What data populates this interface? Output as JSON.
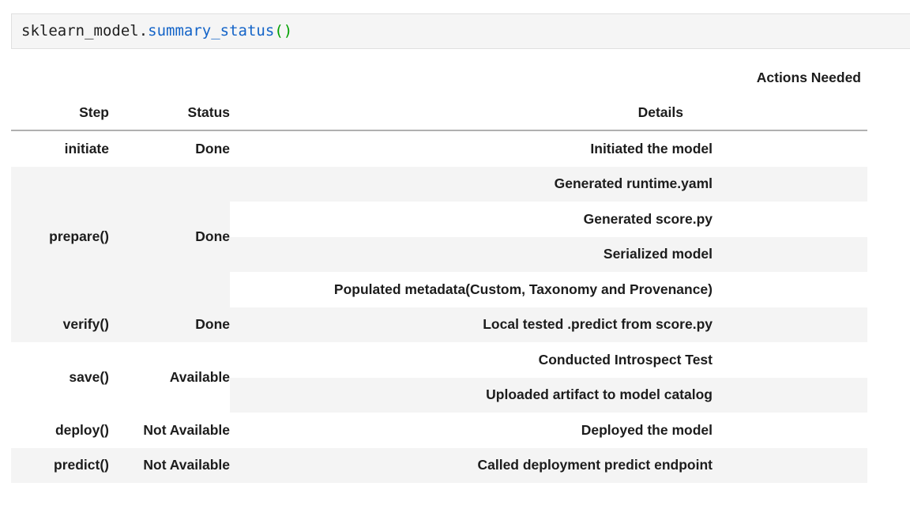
{
  "code_cell": {
    "object_name": "sklearn_model.",
    "method_name": "summary_status",
    "parens": "()"
  },
  "table": {
    "group_header": "Actions Needed",
    "columns": [
      "Step",
      "Status",
      "Details"
    ],
    "rows": [
      {
        "step": "initiate",
        "status": "Done",
        "details": [
          "Initiated the model"
        ]
      },
      {
        "step": "prepare()",
        "status": "Done",
        "details": [
          "Generated runtime.yaml",
          "Generated score.py",
          "Serialized model",
          "Populated metadata(Custom, Taxonomy and Provenance)"
        ]
      },
      {
        "step": "verify()",
        "status": "Done",
        "details": [
          "Local tested .predict from score.py"
        ]
      },
      {
        "step": "save()",
        "status": "Available",
        "details": [
          "Conducted Introspect Test",
          "Uploaded artifact to model catalog"
        ]
      },
      {
        "step": "deploy()",
        "status": "Not Available",
        "details": [
          "Deployed the model"
        ]
      },
      {
        "step": "predict()",
        "status": "Not Available",
        "details": [
          "Called deployment predict endpoint"
        ]
      }
    ]
  },
  "colors": {
    "stripe": "#f4f4f4",
    "code_bg": "#f5f5f5",
    "method": "#1464c8",
    "paren": "#00a000",
    "header_rule": "#b0b0b0"
  }
}
